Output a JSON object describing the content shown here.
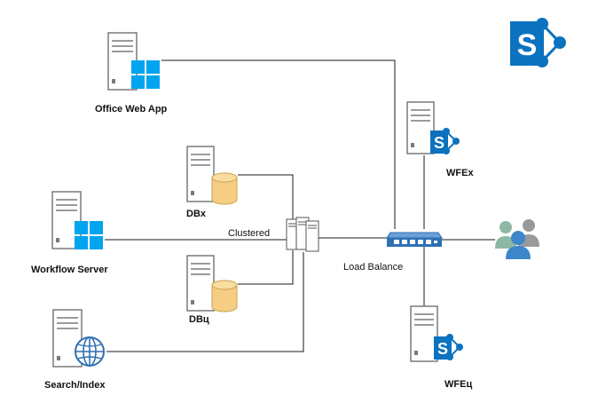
{
  "colors": {
    "sharepoint": "#0b72c0",
    "windows": "#00a4ef",
    "database": "#f5ce84",
    "database_stroke": "#c9a14d",
    "server_body": "#ffffff",
    "server_stroke": "#7a7a7a",
    "line": "#1a1a1a",
    "switch_body": "#2f6fb3",
    "people_green": "#8db8a6",
    "people_blue": "#3c86c9",
    "people_gray": "#9a9a9a"
  },
  "labels": {
    "office_web_app": "Office Web App",
    "workflow_server": "Workflow Server",
    "search_index": "Search/Index",
    "dbx": "DBx",
    "dby": "DBц",
    "clustered": "Clustered",
    "load_balance": "Load Balance",
    "wfex": "WFEx",
    "wfey": "WFEц"
  },
  "icons": {
    "brand": "sharepoint-logo-icon",
    "office_web_app": "windows-logo-icon",
    "workflow_server": "windows-logo-icon",
    "search_index": "globe-icon",
    "dbx": "database-icon",
    "dby": "database-icon",
    "wfex": "sharepoint-icon",
    "wfey": "sharepoint-icon",
    "cluster": "server-cluster-icon",
    "load_balancer": "network-switch-icon",
    "users": "users-group-icon"
  }
}
